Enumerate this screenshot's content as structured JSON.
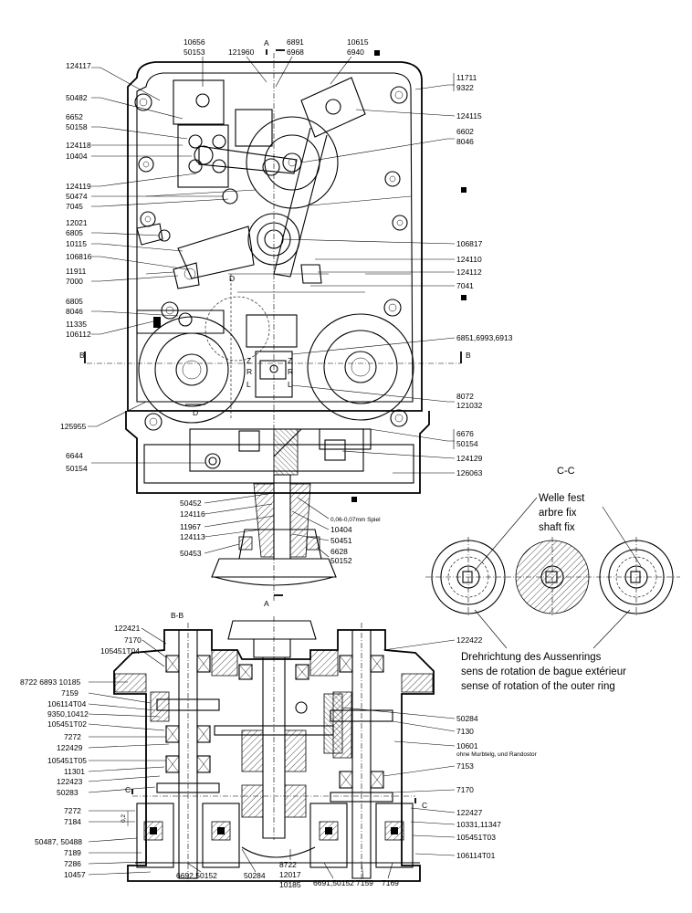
{
  "top_view": {
    "section_A_top": "A",
    "section_A_bottom": "A",
    "section_B_left": "B",
    "section_B_right": "B",
    "section_C_left": "C",
    "section_C_right": "C",
    "section_D_top": "D",
    "section_D_bottom": "D",
    "left_labels": [
      {
        "text": "124117"
      },
      {
        "text": "50482"
      },
      {
        "text": "6652"
      },
      {
        "text": "50158"
      },
      {
        "text": "124118"
      },
      {
        "text": "10404"
      },
      {
        "text": "124119"
      },
      {
        "text": "50474"
      },
      {
        "text": "7045"
      },
      {
        "text": "12021"
      },
      {
        "text": "6805"
      },
      {
        "text": "10115"
      },
      {
        "text": "106816"
      },
      {
        "text": "11911"
      },
      {
        "text": "7000"
      },
      {
        "text": "6805"
      },
      {
        "text": "8046"
      },
      {
        "text": "11335"
      },
      {
        "text": "106112"
      },
      {
        "text": "125955"
      },
      {
        "text": "6644"
      },
      {
        "text": "50154"
      }
    ],
    "top_labels": [
      {
        "text": "10656"
      },
      {
        "text": "50153"
      },
      {
        "text": "121960"
      },
      {
        "text": "6891"
      },
      {
        "text": "6968"
      },
      {
        "text": "10615"
      },
      {
        "text": "6940"
      }
    ],
    "right_labels": [
      {
        "text": "11711"
      },
      {
        "text": "9322"
      },
      {
        "text": "124115"
      },
      {
        "text": "6602"
      },
      {
        "text": "8046"
      },
      {
        "text": "106817"
      },
      {
        "text": "124110"
      },
      {
        "text": "124112"
      },
      {
        "text": "7041"
      },
      {
        "text": "6851,6993,6913"
      },
      {
        "text": "8072"
      },
      {
        "text": "121032"
      },
      {
        "text": "6676"
      },
      {
        "text": "50154"
      },
      {
        "text": "124129"
      },
      {
        "text": "126063"
      }
    ],
    "shaft_labels": [
      {
        "text": "50452"
      },
      {
        "text": "124116"
      },
      {
        "text": "11967"
      },
      {
        "text": "124113"
      },
      {
        "text": "50453"
      },
      {
        "text": "0,06-0,07mm Spiel"
      },
      {
        "text": "10404"
      },
      {
        "text": "50451"
      },
      {
        "text": "6628"
      },
      {
        "text": "50152"
      }
    ],
    "switch_letters": [
      "Z",
      "R",
      "L",
      "Z",
      "R",
      "L"
    ]
  },
  "section_cc": {
    "title": "C-C",
    "shaft_fixed": [
      "Welle fest",
      "arbre fix",
      "shaft fix"
    ],
    "rotation": [
      "Drehrichtung des Aussenrings",
      "sens de rotation de bague extérieur",
      "sense of rotation of the outer ring"
    ]
  },
  "section_bb": {
    "title": "B-B",
    "left_labels": [
      {
        "text": "122421"
      },
      {
        "text": "7170"
      },
      {
        "text": "105451T04"
      },
      {
        "text": "8722 6893 10185"
      },
      {
        "text": "7159"
      },
      {
        "text": "106114T04"
      },
      {
        "text": "9350,10412"
      },
      {
        "text": "105451T02"
      },
      {
        "text": "7272"
      },
      {
        "text": "122429"
      },
      {
        "text": "105451T05"
      },
      {
        "text": "11301"
      },
      {
        "text": "122423"
      },
      {
        "text": "50283"
      },
      {
        "text": "7272"
      },
      {
        "text": "7184"
      },
      {
        "text": "50487, 50488"
      },
      {
        "text": "7189"
      },
      {
        "text": "7286"
      },
      {
        "text": "10457"
      }
    ],
    "right_labels": [
      {
        "text": "122422"
      },
      {
        "text": "50284"
      },
      {
        "text": "7130"
      },
      {
        "text": "10601"
      },
      {
        "text": "ohne Murbtelg, und Randostor"
      },
      {
        "text": "7153"
      },
      {
        "text": "7170"
      },
      {
        "text": "122427"
      },
      {
        "text": "10331,11347"
      },
      {
        "text": "105451T03"
      },
      {
        "text": "106114T01"
      }
    ],
    "bottom_labels": [
      {
        "text": "6692,50152"
      },
      {
        "text": "50284"
      },
      {
        "text": "8722"
      },
      {
        "text": "12017"
      },
      {
        "text": "10185"
      },
      {
        "text": "6691,50152"
      },
      {
        "text": "7159"
      },
      {
        "text": "7169"
      }
    ],
    "dim_02": "0,2"
  }
}
